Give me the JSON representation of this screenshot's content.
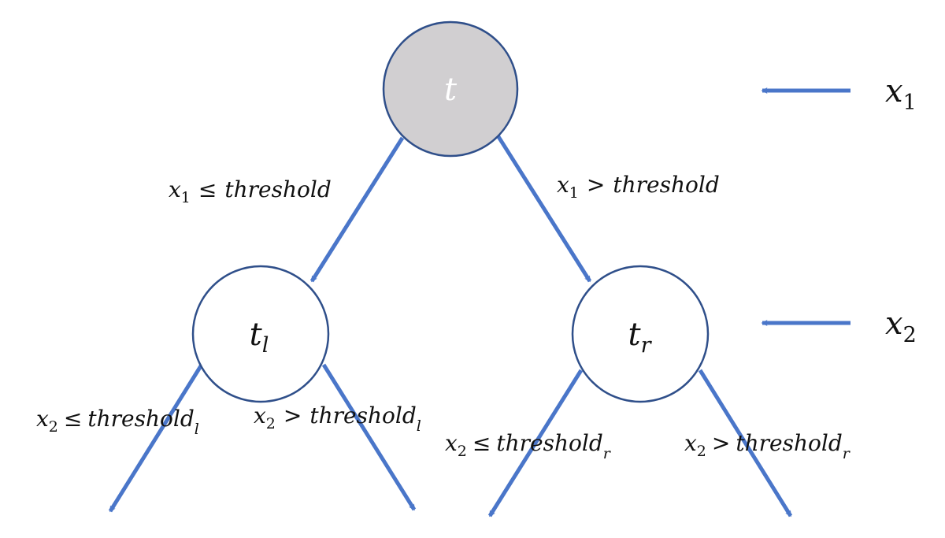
{
  "colors": {
    "edge": "#4a76c9",
    "node_stroke": "#2f4f8a",
    "root_fill": "#d1cfd1",
    "root_label": "#ffffff",
    "child_fill": "#ffffff",
    "text": "#111111"
  },
  "nodes": {
    "root": {
      "label": "t",
      "subscript": ""
    },
    "left": {
      "label": "t",
      "subscript": "l"
    },
    "right": {
      "label": "t",
      "subscript": "r"
    }
  },
  "edges": {
    "root_left": {
      "var": "x",
      "var_sub": "1",
      "op": "≤",
      "rhs": "threshold",
      "rhs_sub": ""
    },
    "root_right": {
      "var": "x",
      "var_sub": "1",
      "op": ">",
      "rhs": "threshold",
      "rhs_sub": ""
    },
    "left_left": {
      "var": "x",
      "var_sub": "2",
      "op": "≤",
      "rhs": "threshold",
      "rhs_sub": "l"
    },
    "left_right": {
      "var": "x",
      "var_sub": "2",
      "op": ">",
      "rhs": "threshold",
      "rhs_sub": "l"
    },
    "right_left": {
      "var": "x",
      "var_sub": "2",
      "op": "≤",
      "rhs": "threshold",
      "rhs_sub": "r"
    },
    "right_right": {
      "var": "x",
      "var_sub": "2",
      "op": ">",
      "rhs": "threshold",
      "rhs_sub": "r"
    }
  },
  "level_markers": [
    {
      "var": "x",
      "sub": "1"
    },
    {
      "var": "x",
      "sub": "2"
    }
  ]
}
